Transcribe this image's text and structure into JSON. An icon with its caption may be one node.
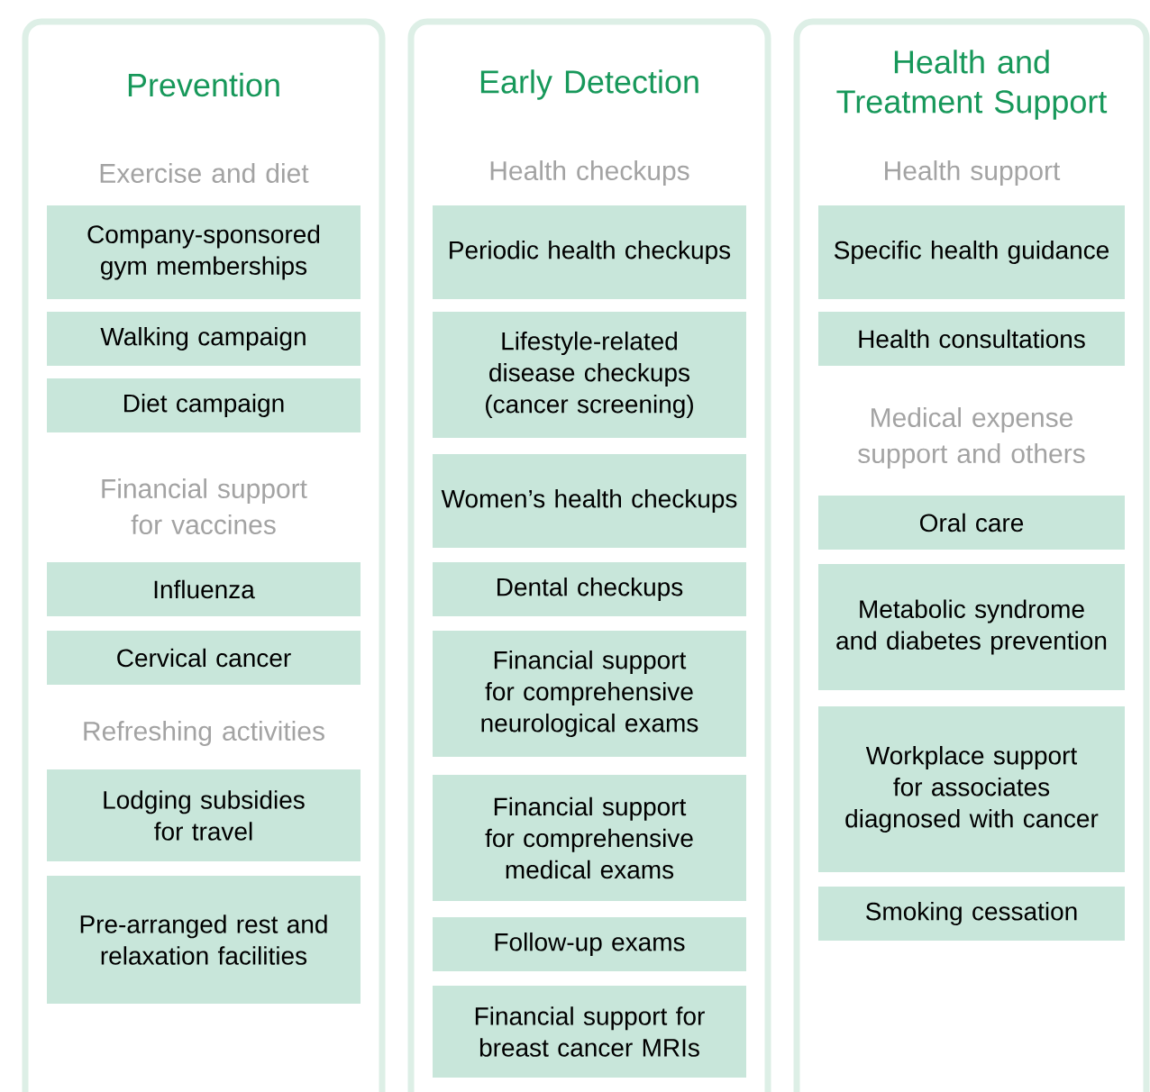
{
  "diagram": {
    "nodes": [
      {
        "text": [
          "Prevention"
        ]
      },
      {
        "text": [
          "Company-sponsored gym memberships"
        ],
        "in": 0
      },
      {
        "text": [
          "Walking campaign"
        ],
        "in": 0
      },
      {
        "text": [
          "Diet campaign"
        ],
        "in": 0
      },
      {
        "text": [
          "Influenza"
        ],
        "in": 0
      },
      {
        "text": [
          "Cervical cancer"
        ],
        "in": 0
      },
      {
        "text": [
          "Lodging subsidies for travel"
        ],
        "in": 0
      },
      {
        "text": [
          "Pre-arranged rest and relaxation facilities"
        ],
        "in": 0
      },
      {
        "text": [
          "Early Detection"
        ]
      },
      {
        "text": [
          "Periodic health checkups"
        ],
        "in": 8
      },
      {
        "text": [
          "Lifestyle-related disease checkups (cancer screening)"
        ],
        "in": 8
      },
      {
        "text": [
          "Women’s health checkups"
        ],
        "in": 8
      },
      {
        "text": [
          "Dental checkups"
        ],
        "in": 8
      },
      {
        "text": [
          "Financial support for comprehensive neurological exams"
        ],
        "in": 8
      },
      {
        "text": [
          "Financial support for comprehensive medical exams"
        ],
        "in": 8
      },
      {
        "text": [
          "Follow-up exams"
        ],
        "in": 8
      },
      {
        "text": [
          "Financial support for breast cancer MRIs"
        ],
        "in": 8
      },
      {
        "text": [
          "Health and Treatment Support"
        ]
      },
      {
        "text": [
          "Specific health guidance"
        ],
        "in": 17
      },
      {
        "text": [
          "Health consultations"
        ],
        "in": 17
      },
      {
        "text": [
          "Oral care"
        ],
        "in": 17
      },
      {
        "text": [
          "Metabolic syndrome and diabetes prevention"
        ],
        "in": 17
      },
      {
        "text": [
          "Workplace support for associates diagnosed with cancer"
        ],
        "in": 17
      },
      {
        "text": [
          "Smoking cessation"
        ],
        "in": 17
      }
    ],
    "labels": [
      "Exercise and diet",
      "Financial support for vaccines",
      "Refreshing activities",
      "Health checkups",
      "Health support",
      "Medical expense support and others"
    ]
  }
}
